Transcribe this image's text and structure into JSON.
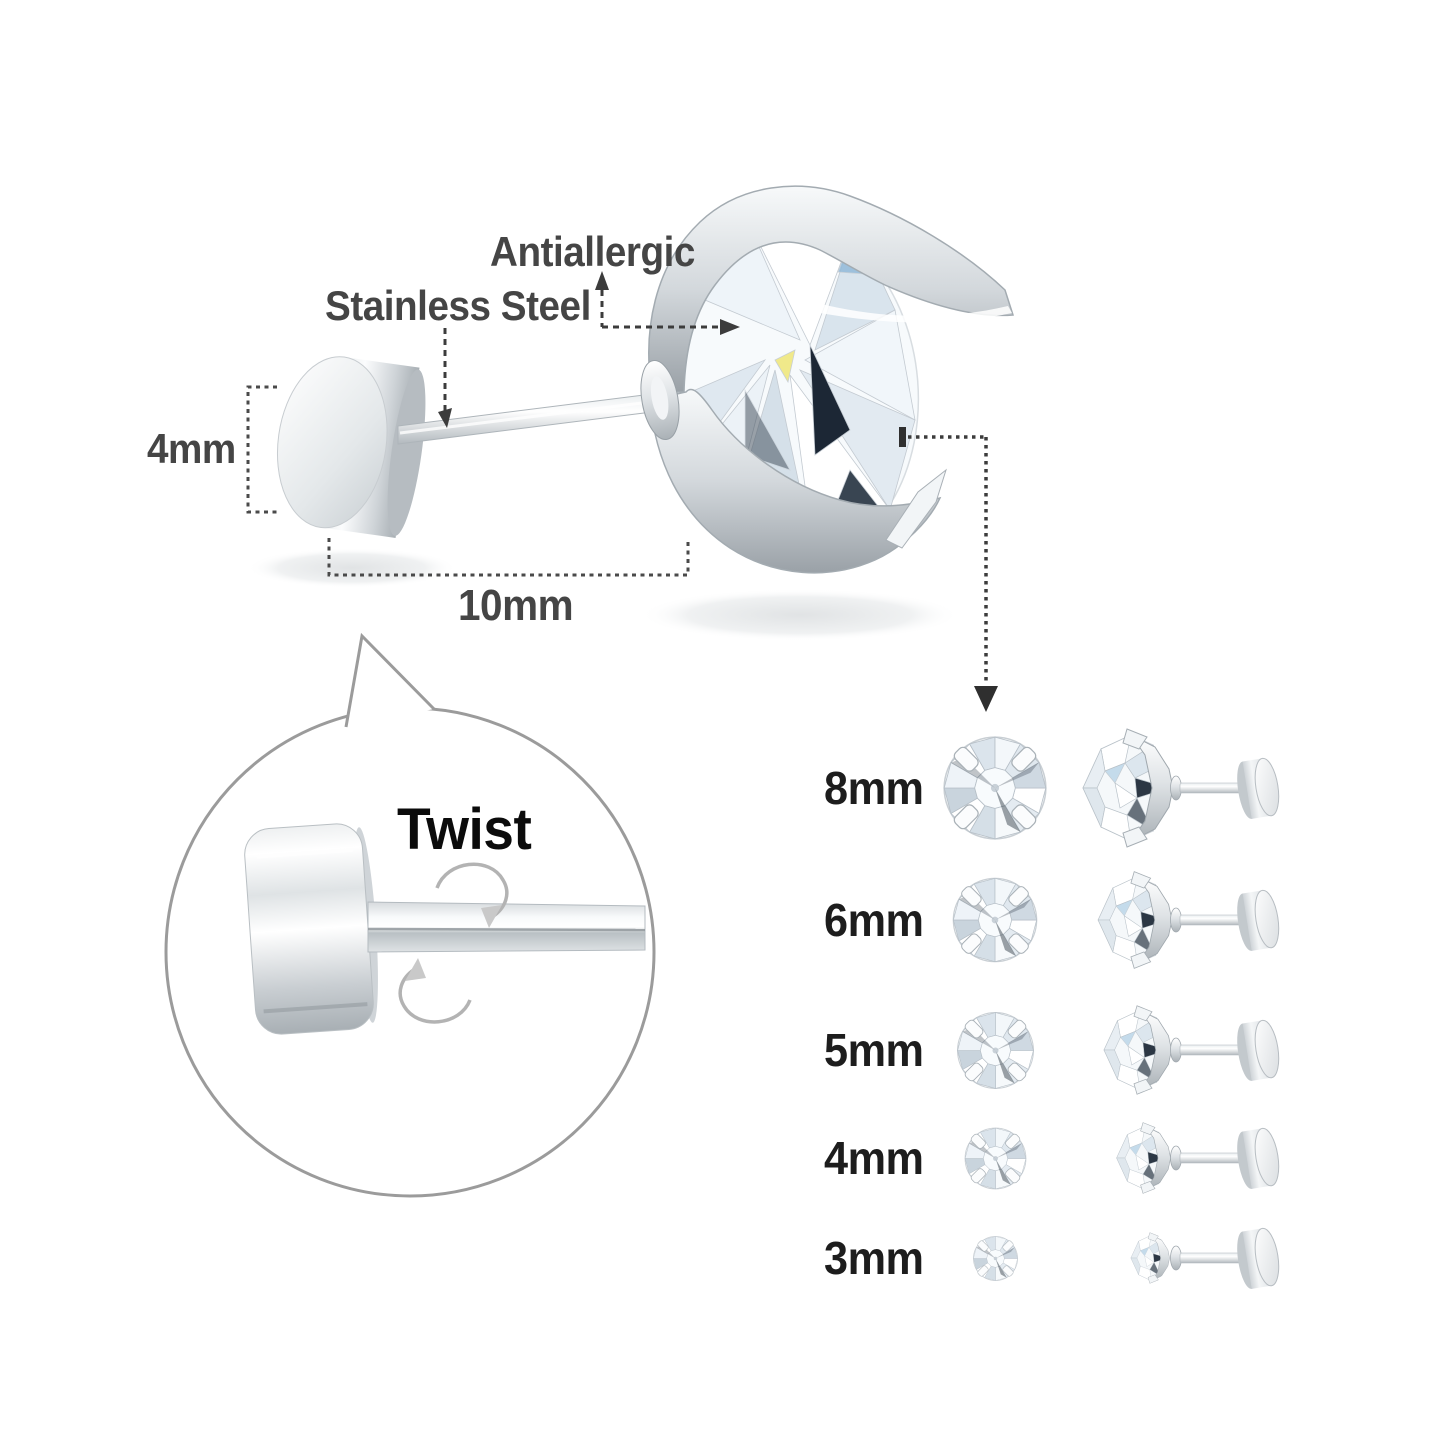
{
  "image_type": "earring product infographic",
  "labels": {
    "antiallergic": "Antiallergic",
    "material": "Stainless Steel",
    "back_diameter": "4mm",
    "back_length": "10mm",
    "twist": "Twist"
  },
  "sizes": [
    {
      "label": "8mm"
    },
    {
      "label": "6mm"
    },
    {
      "label": "5mm"
    },
    {
      "label": "4mm"
    },
    {
      "label": "3mm"
    }
  ],
  "icons": {
    "rotation_arrows": "twist-rotation-arrows",
    "callout_bubble": "magnifier-speech-bubble",
    "dimension_brackets": "dashed-measure-brackets"
  },
  "colors": {
    "background": "#ffffff",
    "annotation_text": "#454545",
    "size_text": "#1d1d1d",
    "twist_text": "#0b0b0b",
    "line": "#3a3a3a",
    "metal_light": "#ffffff",
    "metal_mid": "#d4d9dc",
    "metal_dark": "#9aa1a7",
    "gem_dark_facet": "#1c2735",
    "gem_blue_facet": "#8fb8d8",
    "bubble_border": "#9b9b9b"
  }
}
